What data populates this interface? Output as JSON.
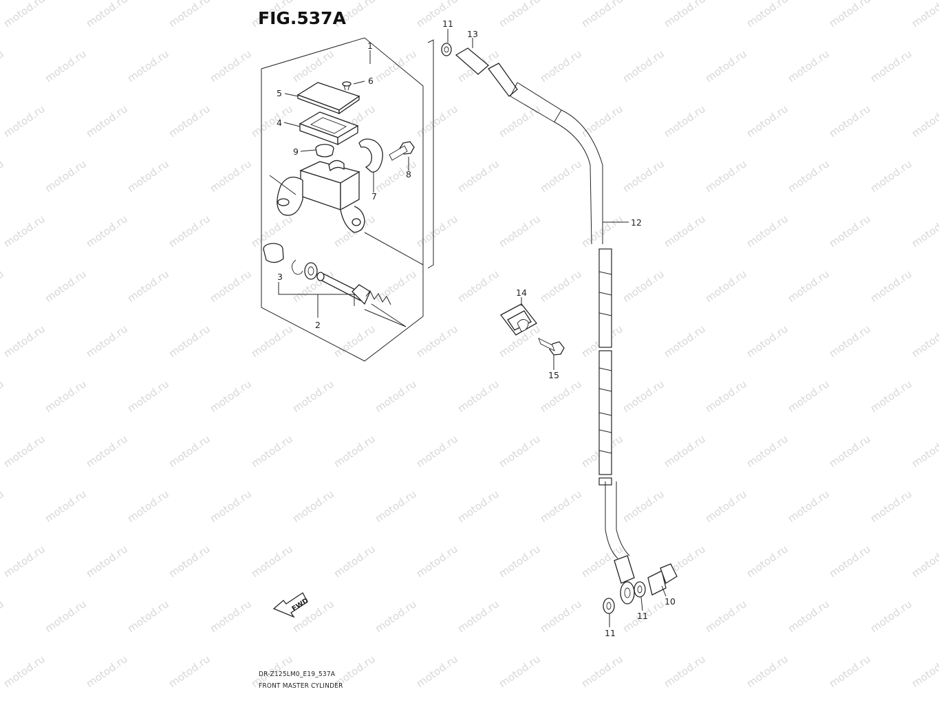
{
  "figure": {
    "title": "FIG.537A",
    "code": "DR-Z125LM0_E19_537A",
    "name": "FRONT MASTER CYLINDER",
    "watermark": "motod.ru",
    "fwd_label": "FWD"
  },
  "callouts": [
    {
      "id": "c1",
      "label": "1"
    },
    {
      "id": "c2",
      "label": "2"
    },
    {
      "id": "c3",
      "label": "3"
    },
    {
      "id": "c4",
      "label": "4"
    },
    {
      "id": "c5",
      "label": "5"
    },
    {
      "id": "c6",
      "label": "6"
    },
    {
      "id": "c7",
      "label": "7"
    },
    {
      "id": "c8",
      "label": "8"
    },
    {
      "id": "c9",
      "label": "9"
    },
    {
      "id": "c10",
      "label": "10"
    },
    {
      "id": "c11a",
      "label": "11"
    },
    {
      "id": "c11b",
      "label": "11"
    },
    {
      "id": "c11c",
      "label": "11"
    },
    {
      "id": "c12",
      "label": "12"
    },
    {
      "id": "c13",
      "label": "13"
    },
    {
      "id": "c14",
      "label": "14"
    },
    {
      "id": "c15",
      "label": "15"
    }
  ]
}
